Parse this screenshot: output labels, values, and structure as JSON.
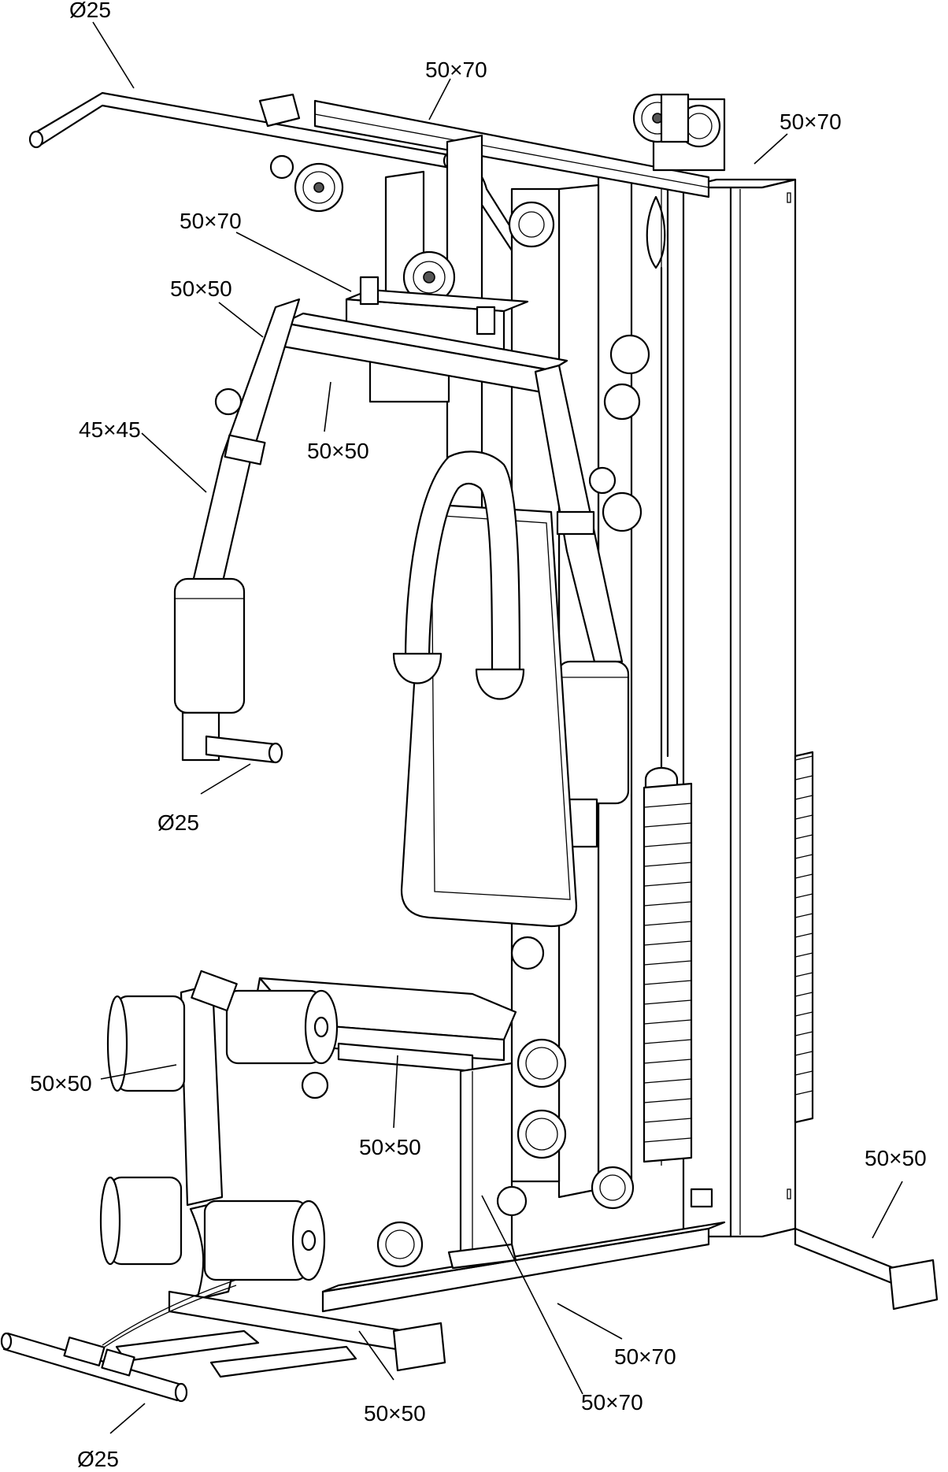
{
  "labels": [
    {
      "id": "top-bar-diameter",
      "text": "Ø25"
    },
    {
      "id": "top-beam",
      "text": "50×70"
    },
    {
      "id": "upright-top",
      "text": "50×70"
    },
    {
      "id": "press-head",
      "text": "50×70"
    },
    {
      "id": "press-arm-upper",
      "text": "50×50"
    },
    {
      "id": "press-crossbar",
      "text": "50×50"
    },
    {
      "id": "press-arm-lower",
      "text": "45×45"
    },
    {
      "id": "press-handle",
      "text": "Ø25"
    },
    {
      "id": "leg-frame",
      "text": "50×50"
    },
    {
      "id": "seat-support",
      "text": "50×50"
    },
    {
      "id": "rear-base",
      "text": "50×50"
    },
    {
      "id": "base-rail",
      "text": "50×70"
    },
    {
      "id": "seat-post",
      "text": "50×70"
    },
    {
      "id": "front-base",
      "text": "50×50"
    },
    {
      "id": "ankle-bar",
      "text": "Ø25"
    }
  ]
}
